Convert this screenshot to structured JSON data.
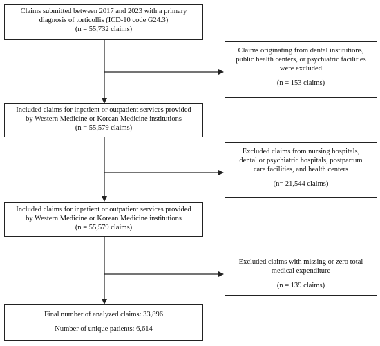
{
  "steps": {
    "step1": {
      "lines": [
        "Claims submitted between 2017 and 2023 with a primary",
        "diagnosis of torticollis (ICD-10 code G24.3)",
        "(n = 55,732 claims)"
      ]
    },
    "step2": {
      "lines": [
        "Included claims for inpatient or outpatient services provided",
        "by Western Medicine or Korean Medicine institutions",
        "(n = 55,579 claims)"
      ]
    },
    "step3": {
      "lines": [
        "Included claims for inpatient or outpatient services provided",
        "by Western Medicine or Korean Medicine institutions",
        "(n = 55,579 claims)"
      ]
    },
    "final": {
      "analyzed": "Final number of analyzed claims: 33,896",
      "patients": "Number of unique patients: 6,614"
    }
  },
  "exclusions": {
    "excl1": {
      "lines": [
        "Claims originating from dental institutions,",
        "public health centers, or psychiatric facilities",
        "were excluded"
      ],
      "count": "(n = 153 claims)"
    },
    "excl2": {
      "lines": [
        "Excluded claims from nursing hospitals,",
        "dental or psychiatric hospitals, postpartum",
        "care facilities, and health centers"
      ],
      "count": "(n= 21,544 claims)"
    },
    "excl3": {
      "lines": [
        "Excluded claims with missing or zero total",
        "medical expenditure"
      ],
      "count": "(n = 139 claims)"
    }
  },
  "colors": {
    "stroke": "#222222",
    "text": "#111111",
    "background": "#ffffff"
  }
}
